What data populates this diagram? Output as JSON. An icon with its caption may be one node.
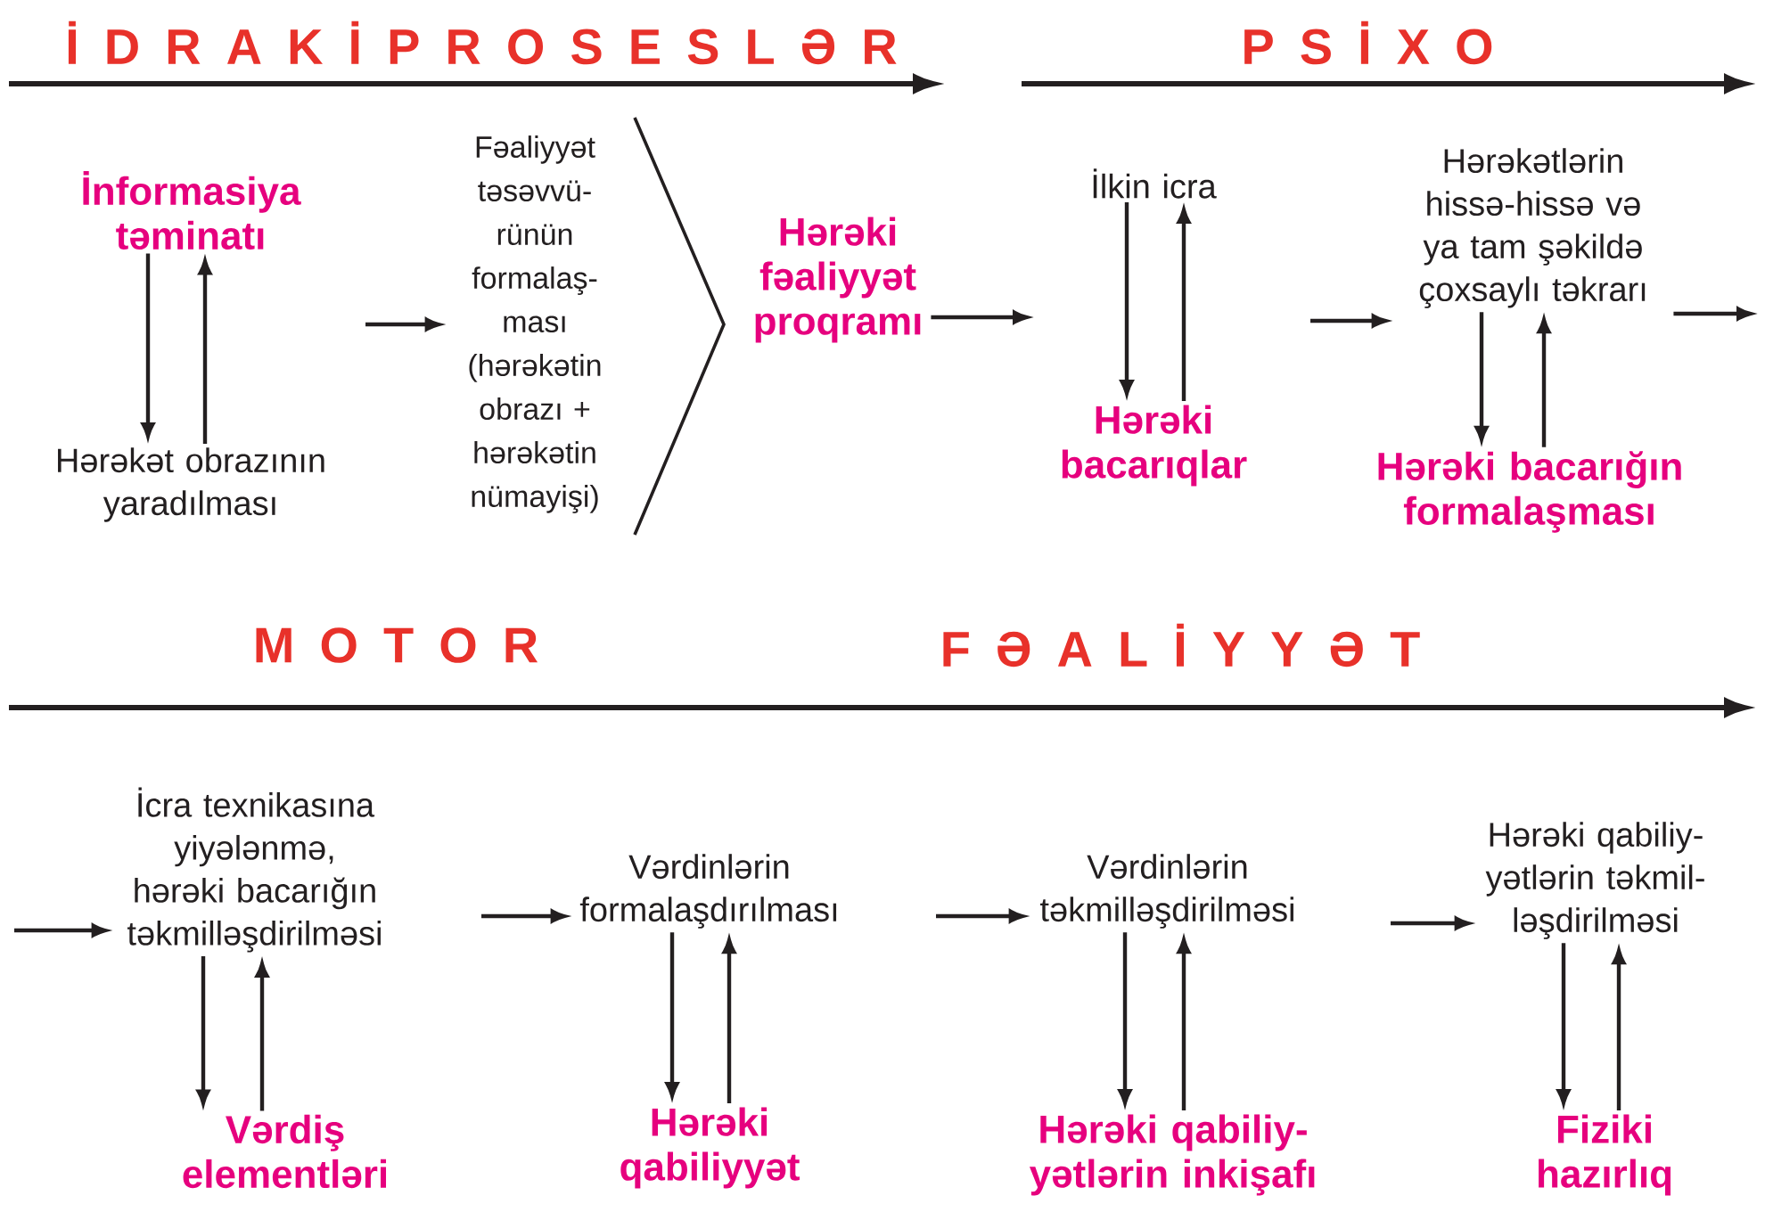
{
  "diagram": {
    "nodes": [
      {
        "text": [
          "İnformasiya təminatı"
        ]
      },
      {
        "text": [
          "Hərəkət obrazının yaradılması"
        ]
      },
      {
        "text": [
          "Fəaliyyət təsəvvü- rünün formalaş- ması (hərəkətin obrazı + hərəkətin nümayişi)"
        ]
      },
      {
        "text": [
          "Hərəki fəaliyyət proqramı"
        ]
      },
      {
        "text": [
          "İlkin icra"
        ]
      },
      {
        "text": [
          "Hərəki bacarıqlar"
        ]
      },
      {
        "text": [
          "Hərəkətlərin hissə-hissə və ya tam şəkildə çoxsaylı təkrarı"
        ]
      },
      {
        "text": [
          "Hərəki bacarığın formalaşması"
        ]
      },
      {
        "text": [
          "İcra texnikasına yiyələnmə, hərəki bacarığın təkmilləşdirilməsi"
        ]
      },
      {
        "text": [
          "Vərdiş elementləri"
        ]
      },
      {
        "text": [
          "Vərdinlərin formalaşdırılması"
        ]
      },
      {
        "text": [
          "Hərəki qabiliyyət"
        ]
      },
      {
        "text": [
          "Vərdinlərin təkmilləşdirilməsi"
        ]
      },
      {
        "text": [
          "Hərəki qabiliy- yətlərin inkişafı"
        ]
      },
      {
        "text": [
          "Hərəki qabiliy- yətlərin təkmil- ləşdirilməsi"
        ]
      },
      {
        "text": [
          "Fiziki hazırlıq"
        ]
      }
    ],
    "edges": [
      {
        "from": 0,
        "to": 1,
        "arrow": "to"
      },
      {
        "from": 1,
        "to": 0,
        "arrow": "to"
      },
      {
        "from": null,
        "to": 2,
        "arrow": "to"
      },
      {
        "from": 3,
        "to": null,
        "arrow": "to"
      },
      {
        "from": 4,
        "to": 5,
        "arrow": "to"
      },
      {
        "from": 5,
        "to": 4,
        "arrow": "to"
      },
      {
        "from": null,
        "to": 6,
        "arrow": "to"
      },
      {
        "from": 6,
        "to": 7,
        "arrow": "to"
      },
      {
        "from": 7,
        "to": 6,
        "arrow": "to"
      },
      {
        "from": 6,
        "to": null,
        "arrow": "to"
      },
      {
        "from": null,
        "to": 8,
        "arrow": "to"
      },
      {
        "from": 8,
        "to": 9,
        "arrow": "to"
      },
      {
        "from": 9,
        "to": 8,
        "arrow": "to"
      },
      {
        "from": null,
        "to": 10,
        "arrow": "to"
      },
      {
        "from": 10,
        "to": 11,
        "arrow": "to"
      },
      {
        "from": 11,
        "to": 10,
        "arrow": "to"
      },
      {
        "from": null,
        "to": 12,
        "arrow": "to"
      },
      {
        "from": 12,
        "to": 13,
        "arrow": "to"
      },
      {
        "from": 13,
        "to": 12,
        "arrow": "to"
      },
      {
        "from": null,
        "to": 14,
        "arrow": "to"
      },
      {
        "from": 14,
        "to": 15,
        "arrow": "to"
      },
      {
        "from": 15,
        "to": 14,
        "arrow": "to"
      }
    ],
    "labels": [
      "İ D R A K İ P R O S E S L Ə R",
      "P S İ X O",
      "M O T O R",
      "F Ə A L İ Y Y Ə T"
    ]
  }
}
